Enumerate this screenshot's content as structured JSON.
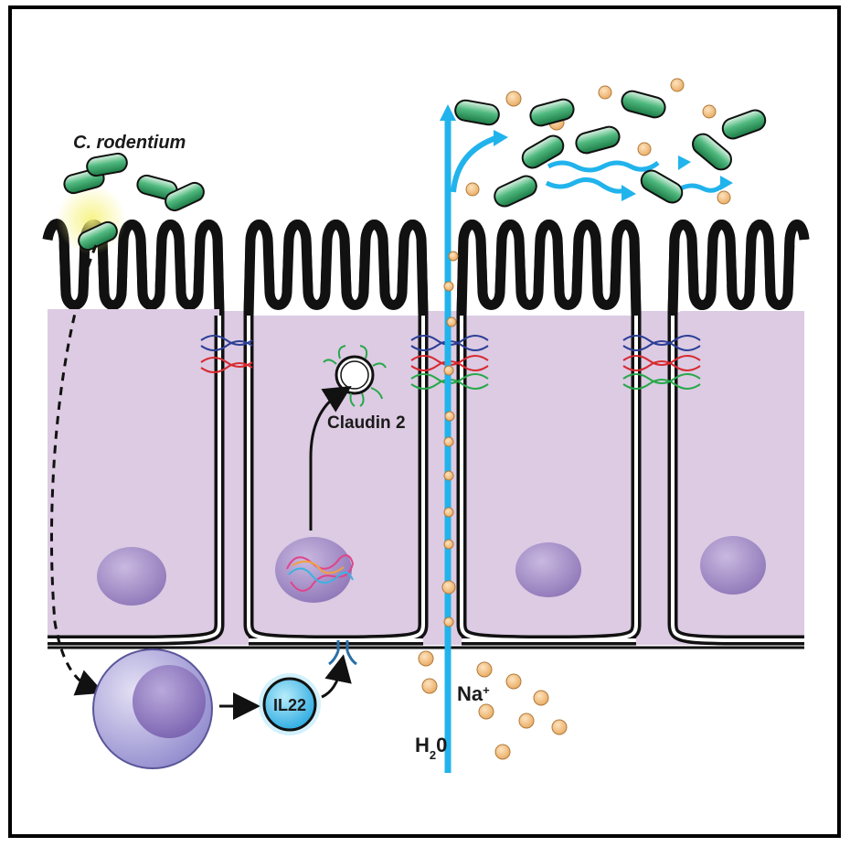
{
  "labels": {
    "bacteria": "C. rodentium",
    "claudin": "Claudin 2",
    "cytokine": "IL22",
    "sodium": "Na",
    "sodium_sup": "+",
    "water": "H",
    "water_sub": "2",
    "water_tail": "0"
  },
  "colors": {
    "frame": "#000000",
    "cell_fill": "#dccbe3",
    "membrane": "#111111",
    "bacteria": "#2e9a62",
    "water_flow": "#21b3ec",
    "sodium_ion": "#f3bd7e",
    "nucleus": "#a48cc6",
    "immune_cell": "#8e88cc",
    "il22_fill": "#35b9ea",
    "tj_blue": "#2c3f96",
    "tj_red": "#d82a30",
    "tj_green": "#28a84a"
  },
  "icons": [
    "bacterium-icon",
    "sodium-ion-icon",
    "nucleus-icon",
    "dna-icon",
    "receptor-icon",
    "tight-junction-icon",
    "vesicle-icon"
  ]
}
